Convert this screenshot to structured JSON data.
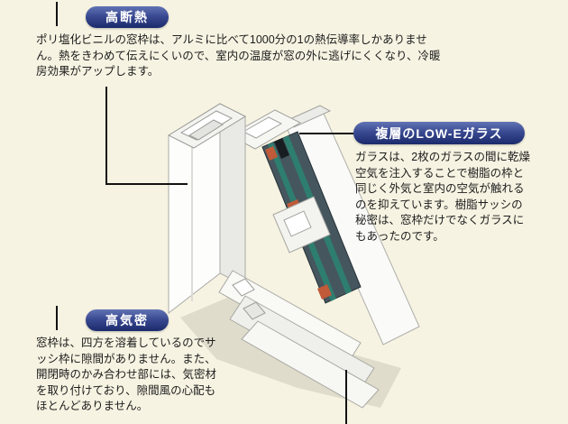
{
  "page": {
    "background": "#f7f3e2",
    "description_name": "vinyl-window-frame-cross-section-diagram"
  },
  "callouts": {
    "insulation": {
      "label": "高断熱",
      "body": "ポリ塩化ビニルの窓枠は、アルミに比べて1000分の1の熱伝導率しかありません。熱をきわめて伝えにくいので、室内の温度が窓の外に逃げにくくなり、冷暖房効果がアップします。"
    },
    "low_e_glass": {
      "label": "複層のLOW-Eガラス",
      "body": "ガラスは、2枚のガラスの間に乾燥空気を注入することで樹脂の枠と同じく外気と室内の空気が触れるのを抑えています。樹脂サッシの秘密は、窓枠だけでなくガラスにもあったのです。"
    },
    "airtight": {
      "label": "高気密",
      "body": "窓枠は、四方を溶着しているのでサッシ枠に隙間がありません。また、開閉時のかみ合わせ部には、気密材を取り付けており、隙間風の心配もほとんどありません。"
    }
  },
  "colors": {
    "label_gradient_top": "#6274b4",
    "label_gradient_bottom": "#1b2a6b",
    "background": "#f7f3e2",
    "glass_face": "#46565e",
    "glass_edge_teal": "#2e7e70",
    "gasket_orange": "#c05a38",
    "frame_white": "#fdfdfc",
    "connector_black": "#121212"
  }
}
